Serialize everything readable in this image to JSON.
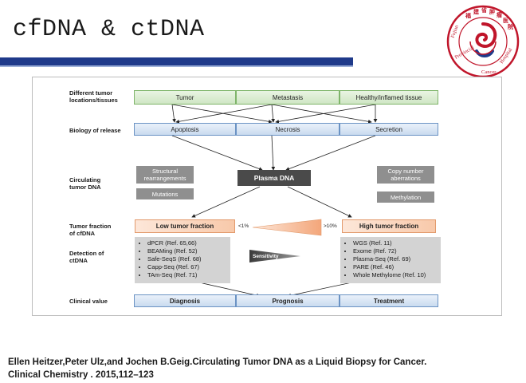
{
  "slide": {
    "title": "cfDNA & ctDNA",
    "logo_text": "福建省肿瘤医院 Fujian Provincial Cancer Hospital"
  },
  "figure": {
    "row_labels": {
      "locations": "Different tumor locations/tissues",
      "release": "Biology of release",
      "circulating": "Circulating tumor DNA",
      "fraction": "Tumor fraction of cfDNA",
      "detection": "Detection of ctDNA",
      "clinical": "Clinical value"
    },
    "locations": [
      "Tumor",
      "Metastasis",
      "Healthy/inflamed tissue"
    ],
    "release": [
      "Apoptosis",
      "Necrosis",
      "Secretion"
    ],
    "plasma_dna": "Plasma DNA",
    "left_features": [
      "Structural rearrangements",
      "Mutations"
    ],
    "right_features": [
      "Copy number aberrations",
      "Methylation"
    ],
    "low_fraction": "Low tumor fraction",
    "high_fraction": "High tumor fraction",
    "low_pct": "<1%",
    "high_pct": ">10%",
    "sensitivity": "Sensitivity",
    "left_methods": [
      "dPCR (Ref. 65,66)",
      "BEAMing (Ref. 52)",
      "Safe-SeqS (Ref. 68)",
      "Capp-Seq (Ref. 67)",
      "TAm-Seq (Ref. 71)"
    ],
    "right_methods": [
      "WGS (Ref. 11)",
      "Exome (Ref. 72)",
      "Plasma-Seq (Ref. 69)",
      "PARE (Ref. 46)",
      "Whole Methylome (Ref. 10)"
    ],
    "clinical": [
      "Diagnosis",
      "Prognosis",
      "Treatment"
    ],
    "colors": {
      "green_border": "#7fb56a",
      "blue_border": "#6b93c4",
      "orange_border": "#e29a6c",
      "title_bar": "#1f3a8a",
      "logo_red": "#c0152a"
    }
  },
  "caption": {
    "line1": "Ellen Heitzer,Peter Ulz,and Jochen B.Geig.Circulating Tumor DNA as a Liquid Biopsy for Cancer.",
    "line2": "Clinical Chemistry . 2015,112–123"
  }
}
